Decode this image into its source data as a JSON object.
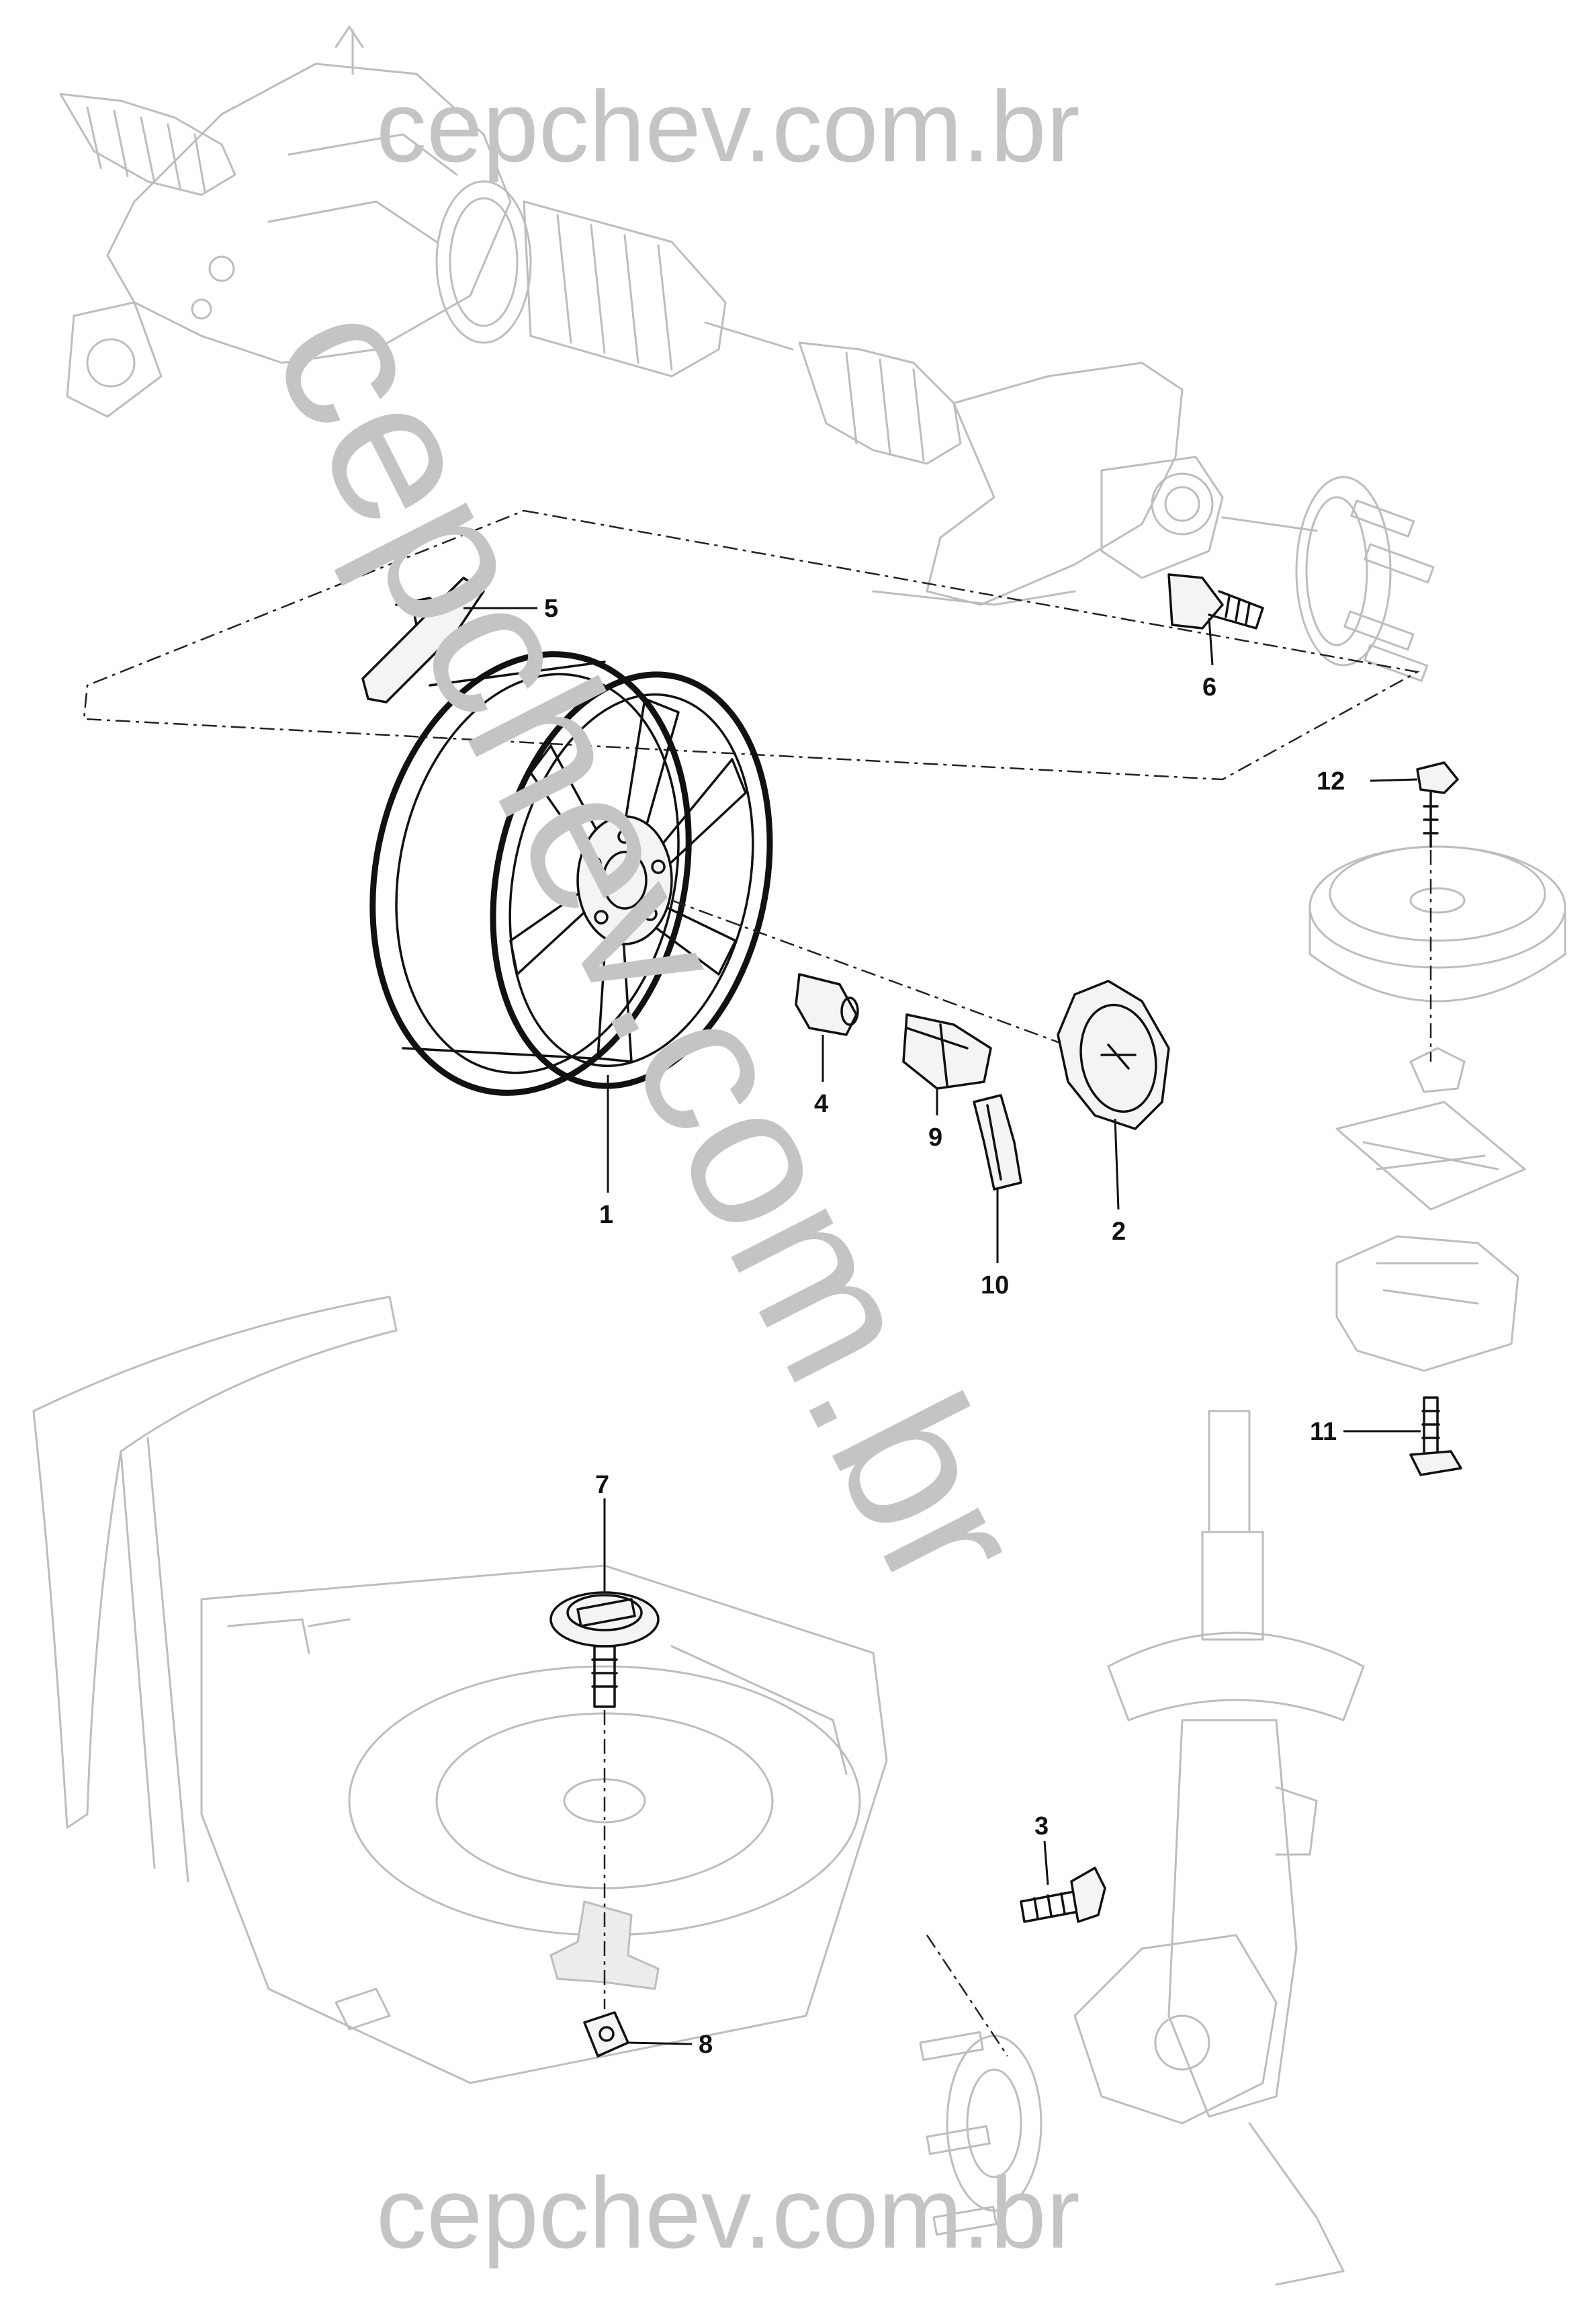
{
  "watermark": {
    "text": "cepchev.com.br",
    "color": "#c4c4c4"
  },
  "callouts": [
    {
      "id": "1",
      "label": "1"
    },
    {
      "id": "2",
      "label": "2"
    },
    {
      "id": "3",
      "label": "3"
    },
    {
      "id": "4",
      "label": "4"
    },
    {
      "id": "5",
      "label": "5"
    },
    {
      "id": "6",
      "label": "6"
    },
    {
      "id": "7",
      "label": "7"
    },
    {
      "id": "8",
      "label": "8"
    },
    {
      "id": "9",
      "label": "9"
    },
    {
      "id": "10",
      "label": "10"
    },
    {
      "id": "11",
      "label": "11"
    },
    {
      "id": "12",
      "label": "12"
    }
  ]
}
